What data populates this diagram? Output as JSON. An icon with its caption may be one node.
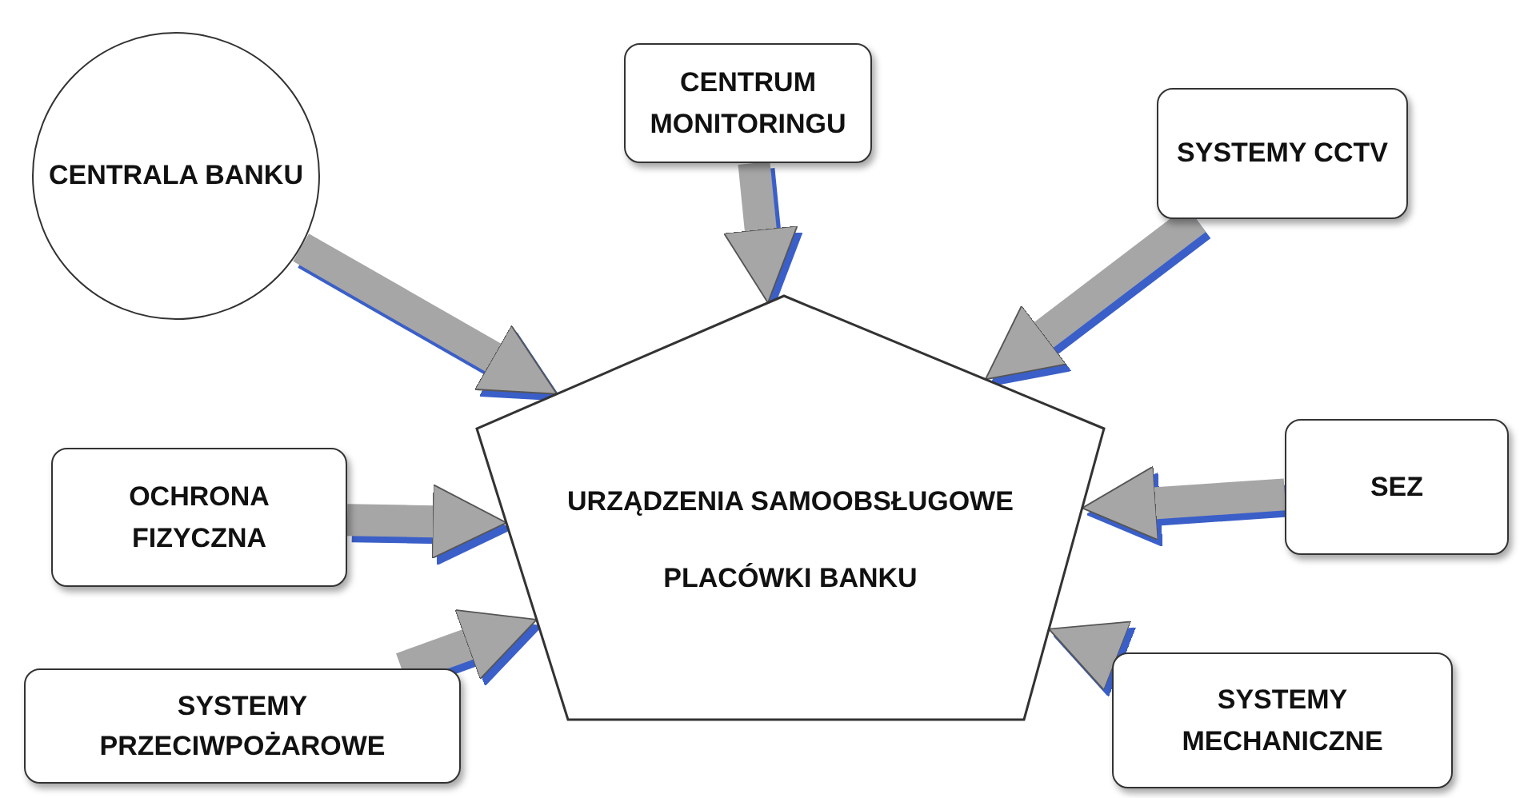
{
  "diagram": {
    "nodes": [
      {
        "text": [
          "CENTRALA BANKU"
        ]
      },
      {
        "text": [
          "CENTRUM MONITORINGU"
        ]
      },
      {
        "text": [
          "SYSTEMY CCTV"
        ]
      },
      {
        "text": [
          "OCHRONA FIZYCZNA"
        ]
      },
      {
        "text": [
          "URZĄDZENIA SAMOOBSŁUGOWE",
          "PLACÓWKI BANKU"
        ]
      },
      {
        "text": [
          "SEZ"
        ]
      },
      {
        "text": [
          "SYSTEMY PRZECIWPOŻAROWE"
        ]
      },
      {
        "text": [
          "SYSTEMY MECHANICZNE"
        ]
      }
    ],
    "edges": [
      {
        "from": 0,
        "to": 4,
        "arrow": "to"
      },
      {
        "from": 1,
        "to": 4,
        "arrow": "to"
      },
      {
        "from": 2,
        "to": 4,
        "arrow": "to"
      },
      {
        "from": 3,
        "to": 4,
        "arrow": "to"
      },
      {
        "from": 5,
        "to": 4,
        "arrow": "to"
      },
      {
        "from": 6,
        "to": 4,
        "arrow": "to"
      },
      {
        "from": 7,
        "to": 4,
        "arrow": "to"
      }
    ]
  }
}
